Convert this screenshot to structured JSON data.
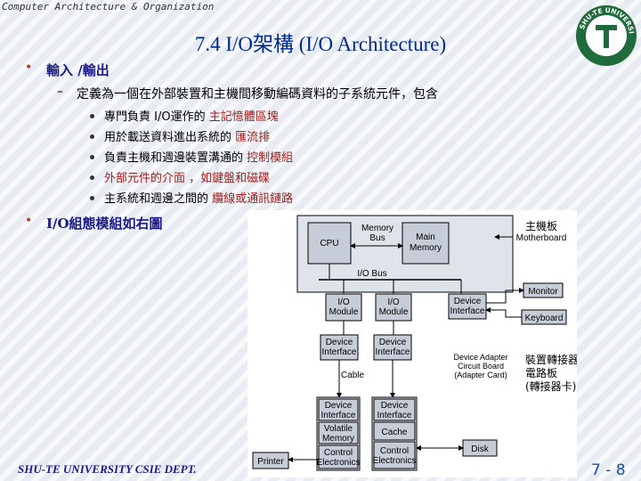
{
  "header": {
    "course": "Computer Architecture & Organization",
    "title": "7.4 I/O架構 (I/O Architecture)",
    "logo_text": "SHU-TE UNIVERSITY",
    "logo_letter": "T"
  },
  "bullets": {
    "b1": "輸入 /輸出",
    "b1_sub": "定義為一個在外部裝置和主機間移動編碼資料的子系統元件，包含",
    "items": [
      {
        "a": "專門負責 I/O運作的",
        "b": "主記憶體區塊"
      },
      {
        "a": "用於載送資料進出系統的",
        "b": "匯流排"
      },
      {
        "a": "負責主機和週邊裝置溝通的",
        "b": "控制模組"
      },
      {
        "a": "外部元件的介面 ，如鍵盤和磁碟",
        "b": ""
      },
      {
        "a": "主系統和週邊之間的",
        "b": "纜線或通訊鏈路"
      }
    ],
    "b2": "I/O組態模組如右圖"
  },
  "diagram": {
    "cpu": "CPU",
    "memory_bus": [
      "Memory",
      "Bus"
    ],
    "main_memory": [
      "Main",
      "Memory"
    ],
    "motherboard_cn": "主機板",
    "motherboard": "Motherboard",
    "io_bus": "I/O Bus",
    "io_module_1": [
      "I/O",
      "Module"
    ],
    "io_module_2": [
      "I/O",
      "Module"
    ],
    "device_interface_top": [
      "Device",
      "Interface"
    ],
    "monitor": "Monitor",
    "keyboard": "Keyboard",
    "dev_if_a": [
      "Device",
      "Interface"
    ],
    "dev_if_b": [
      "Device",
      "Interface"
    ],
    "adapter_label": [
      "Device Adapter",
      "Circuit Board",
      "(Adapter Card)"
    ],
    "adapter_cn": [
      "裝置轉接器",
      "電路板",
      "(轉接器卡)"
    ],
    "cable": "Cable",
    "left_stack": [
      [
        "Device",
        "Interface"
      ],
      [
        "Volatile",
        "Memory"
      ],
      [
        "Control",
        "Electronics"
      ]
    ],
    "right_stack": [
      [
        "Device",
        "Interface"
      ],
      [
        "Cache"
      ],
      [
        "Control",
        "Electronics"
      ]
    ],
    "printer": "Printer",
    "disk": "Disk"
  },
  "footer": {
    "dept": "SHU-TE UNIVERSITY  CSIE DEPT.",
    "page": "7 - 8"
  }
}
